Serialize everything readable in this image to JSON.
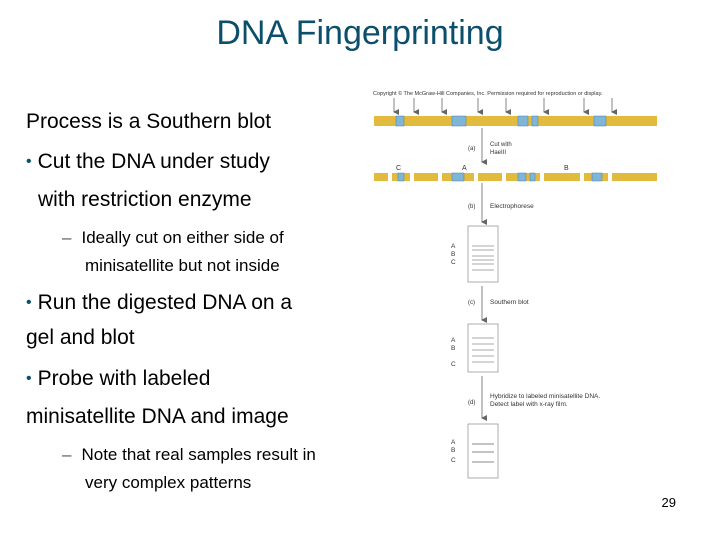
{
  "slide": {
    "title": "DNA Fingerprinting",
    "page_number": "29"
  },
  "bullets": {
    "intro": "Process is a Southern blot",
    "b1_line1": "Cut the DNA under study",
    "b1_line2": "with restriction enzyme",
    "b1_sub_line1": "Ideally cut on either side of",
    "b1_sub_line2": "minisatellite but not inside",
    "b2_line1": "Run the digested DNA on a",
    "b2_line2": "gel and blot",
    "b3_line1": "Probe with labeled",
    "b3_line2": "minisatellite DNA and image",
    "b3_sub_line1": "Note that real samples result in",
    "b3_sub_line2": "very complex patterns"
  },
  "figure": {
    "copyright": "Copyright © The McGraw-Hill Companies, Inc. Permission required for reproduction or display.",
    "step_a_label": "(a)",
    "step_a_text_line1": "Cut with",
    "step_a_text_line2": "HaeIII",
    "fragment_c": "C",
    "fragment_a": "A",
    "fragment_b": "B",
    "step_b_label": "(b)",
    "step_b_text": "Electrophorese",
    "step_c_label": "(c)",
    "step_c_text": "Southern blot",
    "step_d_label": "(d)",
    "step_d_text_line1": "Hybridize to labeled minisatellite DNA.",
    "step_d_text_line2": "Detect label with x-ray film.",
    "lane_a": "A",
    "lane_b": "B",
    "lane_c": "C",
    "colors": {
      "dna_bar": "#e2bb3e",
      "minisatellite": "#7fb6d8",
      "title": "#0b4f6c"
    }
  }
}
